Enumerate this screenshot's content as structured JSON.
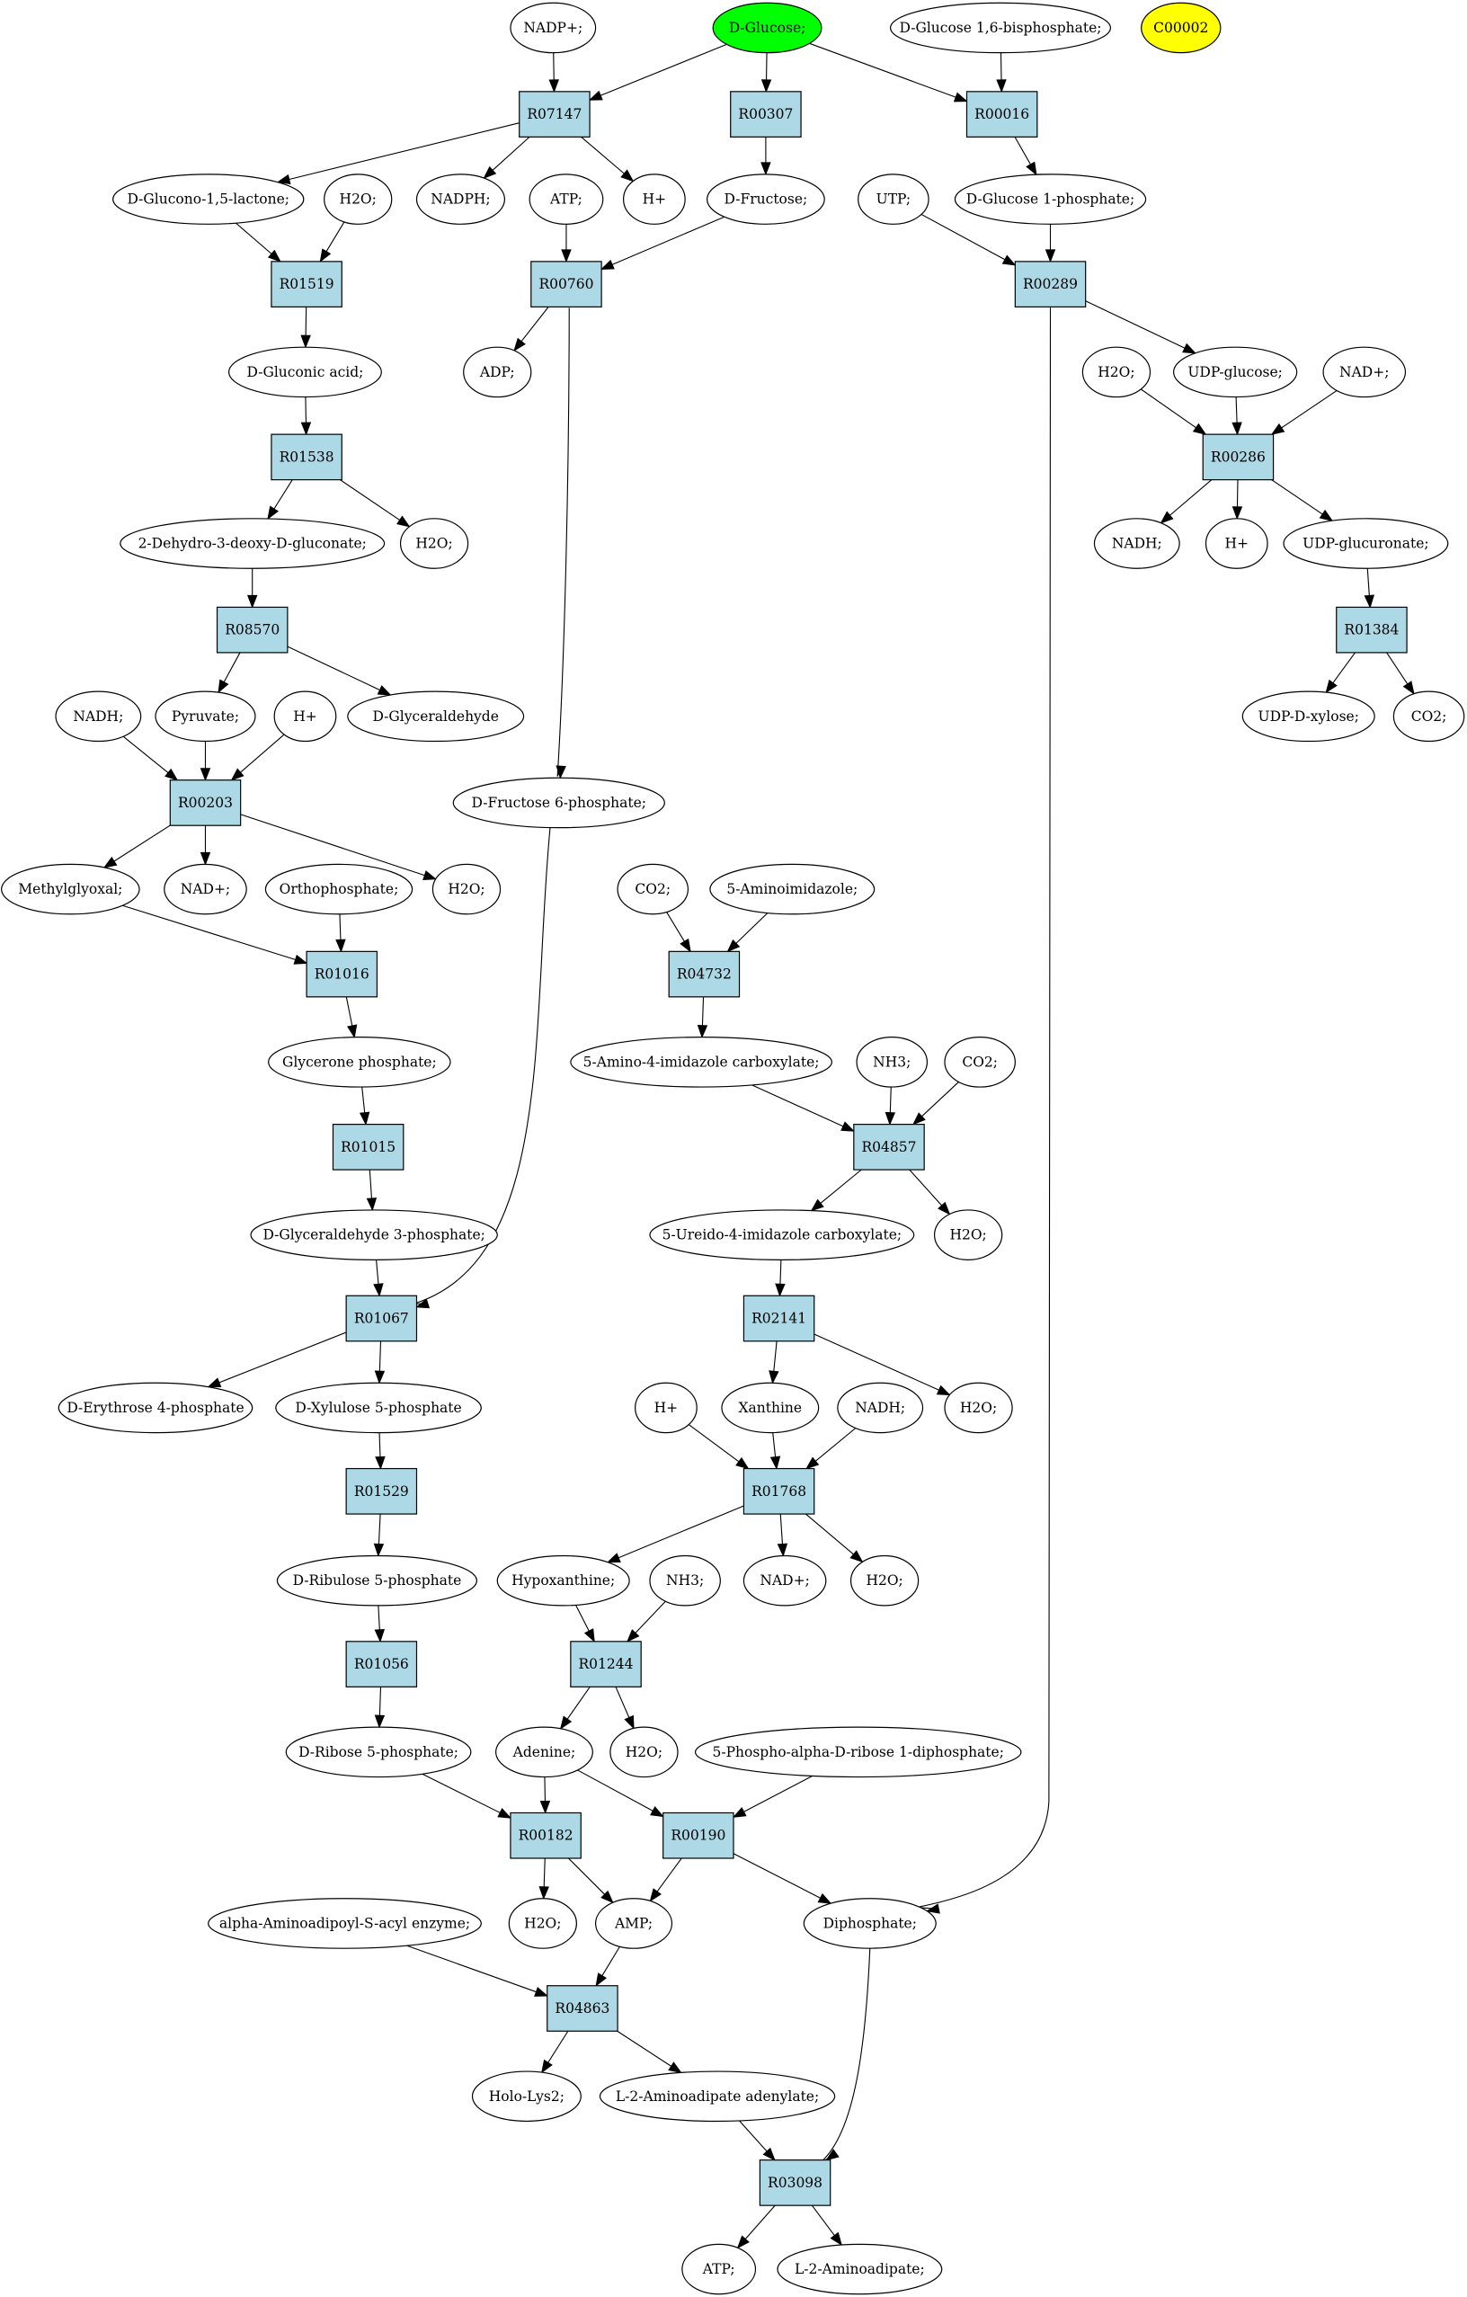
{
  "colors": {
    "reaction_fill": "#add8e6",
    "compound_fill": "#ffffff",
    "source_fill": "#00ff00",
    "highlight_fill": "#ffff00",
    "stroke": "#000000"
  },
  "reactions": [
    {
      "id": "R07147",
      "label": "R07147"
    },
    {
      "id": "R00307",
      "label": "R00307"
    },
    {
      "id": "R00016",
      "label": "R00016"
    },
    {
      "id": "R01519",
      "label": "R01519"
    },
    {
      "id": "R00760",
      "label": "R00760"
    },
    {
      "id": "R00289",
      "label": "R00289"
    },
    {
      "id": "R01538",
      "label": "R01538"
    },
    {
      "id": "R00286",
      "label": "R00286"
    },
    {
      "id": "R08570",
      "label": "R08570"
    },
    {
      "id": "R01384",
      "label": "R01384"
    },
    {
      "id": "R00203",
      "label": "R00203"
    },
    {
      "id": "R04732",
      "label": "R04732"
    },
    {
      "id": "R01016",
      "label": "R01016"
    },
    {
      "id": "R04857",
      "label": "R04857"
    },
    {
      "id": "R01015",
      "label": "R01015"
    },
    {
      "id": "R01067",
      "label": "R01067"
    },
    {
      "id": "R02141",
      "label": "R02141"
    },
    {
      "id": "R01529",
      "label": "R01529"
    },
    {
      "id": "R01768",
      "label": "R01768"
    },
    {
      "id": "R01056",
      "label": "R01056"
    },
    {
      "id": "R01244",
      "label": "R01244"
    },
    {
      "id": "R00182",
      "label": "R00182"
    },
    {
      "id": "R00190",
      "label": "R00190"
    },
    {
      "id": "R04863",
      "label": "R04863"
    },
    {
      "id": "R03098",
      "label": "R03098"
    }
  ],
  "compounds": [
    {
      "id": "nadp_plus",
      "label": "NADP+;"
    },
    {
      "id": "d_glucose",
      "label": "D-Glucose;",
      "style": "source"
    },
    {
      "id": "d_glucose_16bp",
      "label": "D-Glucose 1,6-bisphosphate;"
    },
    {
      "id": "c00002",
      "label": "C00002",
      "style": "highlight"
    },
    {
      "id": "d_glucono_lactone",
      "label": "D-Glucono-1,5-lactone;"
    },
    {
      "id": "nadph",
      "label": "NADPH;"
    },
    {
      "id": "atp_1",
      "label": "ATP;"
    },
    {
      "id": "h_plus_1",
      "label": "H+"
    },
    {
      "id": "d_fructose",
      "label": "D-Fructose;"
    },
    {
      "id": "utp",
      "label": "UTP;"
    },
    {
      "id": "d_glucose_1p",
      "label": "D-Glucose 1-phosphate;"
    },
    {
      "id": "h2o_1",
      "label": "H2O;"
    },
    {
      "id": "adp",
      "label": "ADP;"
    },
    {
      "id": "d_gluconic_acid",
      "label": "D-Gluconic acid;"
    },
    {
      "id": "h2o_2",
      "label": "H2O;"
    },
    {
      "id": "udp_glucose",
      "label": "UDP-glucose;"
    },
    {
      "id": "nad_plus_1",
      "label": "NAD+;"
    },
    {
      "id": "dehydro_deoxy_gluconate",
      "label": "2-Dehydro-3-deoxy-D-gluconate;"
    },
    {
      "id": "h2o_3",
      "label": "H2O;"
    },
    {
      "id": "nadh_1",
      "label": "NADH;"
    },
    {
      "id": "h_plus_2",
      "label": "H+"
    },
    {
      "id": "udp_glucuronate",
      "label": "UDP-glucuronate;"
    },
    {
      "id": "nadh_2",
      "label": "NADH;"
    },
    {
      "id": "pyruvate",
      "label": "Pyruvate;"
    },
    {
      "id": "h_plus_3",
      "label": "H+"
    },
    {
      "id": "d_glyceraldehyde",
      "label": "D-Glyceraldehyde"
    },
    {
      "id": "udp_d_xylose",
      "label": "UDP-D-xylose;"
    },
    {
      "id": "co2_1",
      "label": "CO2;"
    },
    {
      "id": "d_fructose_6p",
      "label": "D-Fructose 6-phosphate;"
    },
    {
      "id": "methylglyoxal",
      "label": "Methylglyoxal;"
    },
    {
      "id": "nad_plus_2",
      "label": "NAD+;"
    },
    {
      "id": "orthophosphate",
      "label": "Orthophosphate;"
    },
    {
      "id": "h2o_4",
      "label": "H2O;"
    },
    {
      "id": "co2_2",
      "label": "CO2;"
    },
    {
      "id": "aminoimidazole",
      "label": "5-Aminoimidazole;"
    },
    {
      "id": "glycerone_phosphate",
      "label": "Glycerone phosphate;"
    },
    {
      "id": "amino_imidazole_carboxylate",
      "label": "5-Amino-4-imidazole carboxylate;"
    },
    {
      "id": "nh3_1",
      "label": "NH3;"
    },
    {
      "id": "co2_3",
      "label": "CO2;"
    },
    {
      "id": "d_g3p",
      "label": "D-Glyceraldehyde 3-phosphate;"
    },
    {
      "id": "ureido_imidazole_carboxylate",
      "label": "5-Ureido-4-imidazole carboxylate;"
    },
    {
      "id": "h2o_5",
      "label": "H2O;"
    },
    {
      "id": "d_erythrose_4p",
      "label": "D-Erythrose 4-phosphate"
    },
    {
      "id": "d_xylulose_5p",
      "label": "D-Xylulose 5-phosphate"
    },
    {
      "id": "h_plus_4",
      "label": "H+"
    },
    {
      "id": "xanthine",
      "label": "Xanthine"
    },
    {
      "id": "nadh_3",
      "label": "NADH;"
    },
    {
      "id": "h2o_6",
      "label": "H2O;"
    },
    {
      "id": "d_ribulose_5p",
      "label": "D-Ribulose 5-phosphate"
    },
    {
      "id": "hypoxanthine",
      "label": "Hypoxanthine;"
    },
    {
      "id": "nh3_2",
      "label": "NH3;"
    },
    {
      "id": "nad_plus_3",
      "label": "NAD+;"
    },
    {
      "id": "h2o_7",
      "label": "H2O;"
    },
    {
      "id": "d_ribose_5p",
      "label": "D-Ribose 5-phosphate;"
    },
    {
      "id": "adenine",
      "label": "Adenine;"
    },
    {
      "id": "h2o_8",
      "label": "H2O;"
    },
    {
      "id": "prpp",
      "label": "5-Phospho-alpha-D-ribose 1-diphosphate;"
    },
    {
      "id": "aminoadipoyl_enzyme",
      "label": "alpha-Aminoadipoyl-S-acyl enzyme;"
    },
    {
      "id": "h2o_9",
      "label": "H2O;"
    },
    {
      "id": "amp",
      "label": "AMP;"
    },
    {
      "id": "diphosphate",
      "label": "Diphosphate;"
    },
    {
      "id": "holo_lys2",
      "label": "Holo-Lys2;"
    },
    {
      "id": "aminoadipate_adenylate",
      "label": "L-2-Aminoadipate adenylate;"
    },
    {
      "id": "atp_2",
      "label": "ATP;"
    },
    {
      "id": "l_2_aminoadipate",
      "label": "L-2-Aminoadipate;"
    }
  ],
  "edges": [
    [
      "nadp_plus",
      "R07147"
    ],
    [
      "d_glucose",
      "R07147"
    ],
    [
      "d_glucose",
      "R00307"
    ],
    [
      "d_glucose",
      "R00016"
    ],
    [
      "d_glucose_16bp",
      "R00016"
    ],
    [
      "R07147",
      "d_glucono_lactone"
    ],
    [
      "R07147",
      "nadph"
    ],
    [
      "R07147",
      "h_plus_1"
    ],
    [
      "R00307",
      "d_fructose"
    ],
    [
      "R00016",
      "d_glucose_1p"
    ],
    [
      "d_glucono_lactone",
      "R01519"
    ],
    [
      "h2o_1",
      "R01519"
    ],
    [
      "atp_1",
      "R00760"
    ],
    [
      "d_fructose",
      "R00760"
    ],
    [
      "utp",
      "R00289"
    ],
    [
      "d_glucose_1p",
      "R00289"
    ],
    [
      "R00760",
      "adp"
    ],
    [
      "R00760",
      "d_fructose_6p"
    ],
    [
      "R00289",
      "udp_glucose"
    ],
    [
      "R00289",
      "diphosphate"
    ],
    [
      "R01519",
      "d_gluconic_acid"
    ],
    [
      "d_gluconic_acid",
      "R01538"
    ],
    [
      "R01538",
      "dehydro_deoxy_gluconate"
    ],
    [
      "R01538",
      "h2o_2"
    ],
    [
      "h2o_3",
      "R00286"
    ],
    [
      "udp_glucose",
      "R00286"
    ],
    [
      "nad_plus_1",
      "R00286"
    ],
    [
      "R00286",
      "nadh_1"
    ],
    [
      "R00286",
      "h_plus_2"
    ],
    [
      "R00286",
      "udp_glucuronate"
    ],
    [
      "dehydro_deoxy_gluconate",
      "R08570"
    ],
    [
      "udp_glucuronate",
      "R01384"
    ],
    [
      "R08570",
      "pyruvate"
    ],
    [
      "R08570",
      "d_glyceraldehyde"
    ],
    [
      "R01384",
      "udp_d_xylose"
    ],
    [
      "R01384",
      "co2_1"
    ],
    [
      "nadh_2",
      "R00203"
    ],
    [
      "pyruvate",
      "R00203"
    ],
    [
      "h_plus_3",
      "R00203"
    ],
    [
      "R00203",
      "methylglyoxal"
    ],
    [
      "R00203",
      "nad_plus_2"
    ],
    [
      "R00203",
      "h2o_4"
    ],
    [
      "methylglyoxal",
      "R01016"
    ],
    [
      "orthophosphate",
      "R01016"
    ],
    [
      "co2_2",
      "R04732"
    ],
    [
      "aminoimidazole",
      "R04732"
    ],
    [
      "R01016",
      "glycerone_phosphate"
    ],
    [
      "R04732",
      "amino_imidazole_carboxylate"
    ],
    [
      "amino_imidazole_carboxylate",
      "R04857"
    ],
    [
      "nh3_1",
      "R04857"
    ],
    [
      "co2_3",
      "R04857"
    ],
    [
      "glycerone_phosphate",
      "R01015"
    ],
    [
      "R01015",
      "d_g3p"
    ],
    [
      "R04857",
      "ureido_imidazole_carboxylate"
    ],
    [
      "R04857",
      "h2o_5"
    ],
    [
      "d_g3p",
      "R01067"
    ],
    [
      "d_fructose_6p",
      "R01067"
    ],
    [
      "ureido_imidazole_carboxylate",
      "R02141"
    ],
    [
      "R01067",
      "d_erythrose_4p"
    ],
    [
      "R01067",
      "d_xylulose_5p"
    ],
    [
      "R02141",
      "xanthine"
    ],
    [
      "R02141",
      "h2o_6"
    ],
    [
      "d_xylulose_5p",
      "R01529"
    ],
    [
      "h_plus_4",
      "R01768"
    ],
    [
      "xanthine",
      "R01768"
    ],
    [
      "nadh_3",
      "R01768"
    ],
    [
      "R01529",
      "d_ribulose_5p"
    ],
    [
      "R01768",
      "hypoxanthine"
    ],
    [
      "R01768",
      "nad_plus_3"
    ],
    [
      "R01768",
      "h2o_7"
    ],
    [
      "d_ribulose_5p",
      "R01056"
    ],
    [
      "hypoxanthine",
      "R01244"
    ],
    [
      "nh3_2",
      "R01244"
    ],
    [
      "R01056",
      "d_ribose_5p"
    ],
    [
      "R01244",
      "adenine"
    ],
    [
      "R01244",
      "h2o_8"
    ],
    [
      "d_ribose_5p",
      "R00182"
    ],
    [
      "adenine",
      "R00182"
    ],
    [
      "adenine",
      "R00190"
    ],
    [
      "prpp",
      "R00190"
    ],
    [
      "R00182",
      "h2o_9"
    ],
    [
      "R00182",
      "amp"
    ],
    [
      "R00190",
      "amp"
    ],
    [
      "R00190",
      "diphosphate"
    ],
    [
      "aminoadipoyl_enzyme",
      "R04863"
    ],
    [
      "amp",
      "R04863"
    ],
    [
      "R04863",
      "holo_lys2"
    ],
    [
      "R04863",
      "aminoadipate_adenylate"
    ],
    [
      "aminoadipate_adenylate",
      "R03098"
    ],
    [
      "diphosphate",
      "R03098"
    ],
    [
      "R03098",
      "atp_2"
    ],
    [
      "R03098",
      "l_2_aminoadipate"
    ]
  ]
}
